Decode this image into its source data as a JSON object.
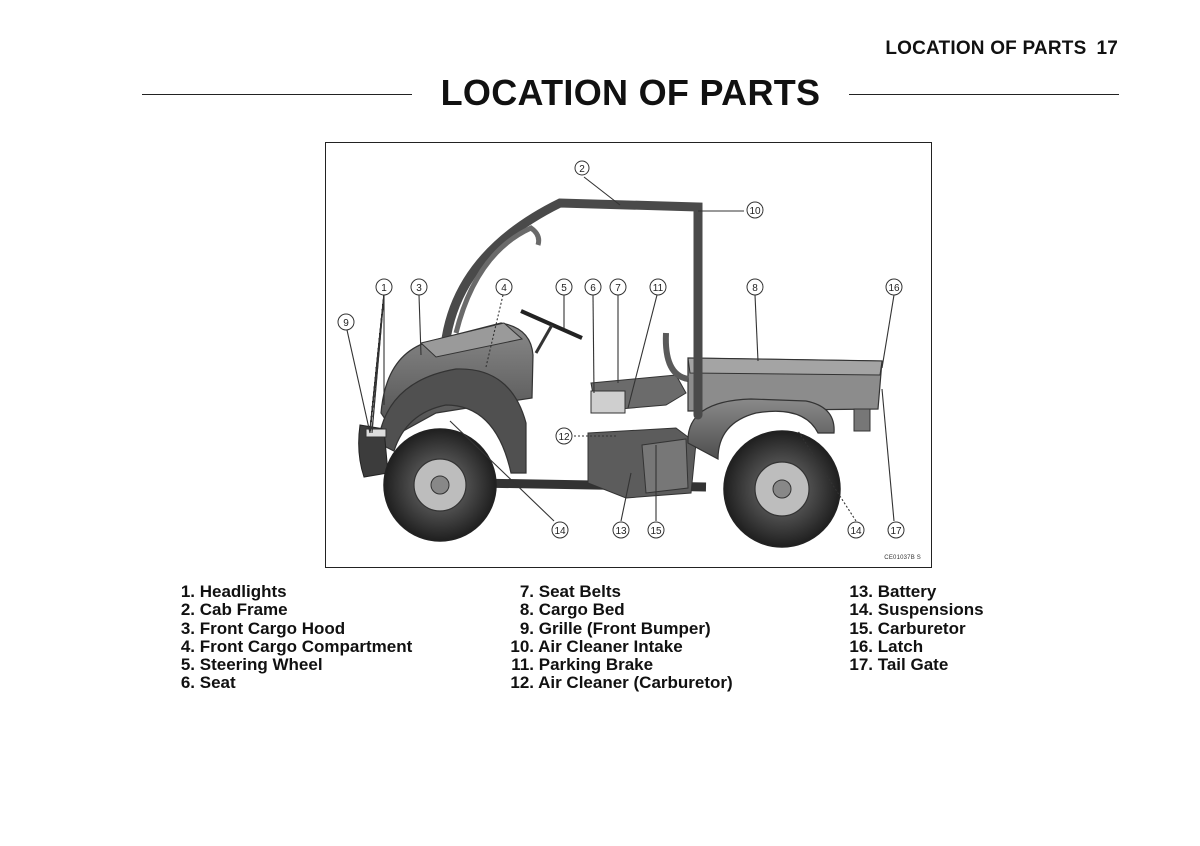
{
  "header": {
    "section": "LOCATION OF PARTS",
    "page_number": "17"
  },
  "page_title": "LOCATION OF PARTS",
  "figure": {
    "code": "CE01037B  S",
    "callouts": [
      "1",
      "2",
      "3",
      "4",
      "5",
      "6",
      "7",
      "8",
      "9",
      "10",
      "11",
      "12",
      "13",
      "14",
      "15",
      "16",
      "17"
    ]
  },
  "legend": {
    "col1": [
      {
        "num": "1.",
        "label": "Headlights"
      },
      {
        "num": "2.",
        "label": "Cab Frame"
      },
      {
        "num": "3.",
        "label": "Front Cargo Hood"
      },
      {
        "num": "4.",
        "label": "Front Cargo Compartment"
      },
      {
        "num": "5.",
        "label": "Steering Wheel"
      },
      {
        "num": "6.",
        "label": "Seat"
      }
    ],
    "col2": [
      {
        "num": "7.",
        "label": "Seat Belts"
      },
      {
        "num": "8.",
        "label": "Cargo Bed"
      },
      {
        "num": "9.",
        "label": "Grille (Front Bumper)"
      },
      {
        "num": "10.",
        "label": "Air Cleaner Intake"
      },
      {
        "num": "11.",
        "label": "Parking Brake"
      },
      {
        "num": "12.",
        "label": "Air Cleaner (Carburetor)"
      }
    ],
    "col3": [
      {
        "num": "13.",
        "label": "Battery"
      },
      {
        "num": "14.",
        "label": "Suspensions"
      },
      {
        "num": "15.",
        "label": "Carburetor"
      },
      {
        "num": "16.",
        "label": "Latch"
      },
      {
        "num": "17.",
        "label": "Tail Gate"
      }
    ]
  }
}
